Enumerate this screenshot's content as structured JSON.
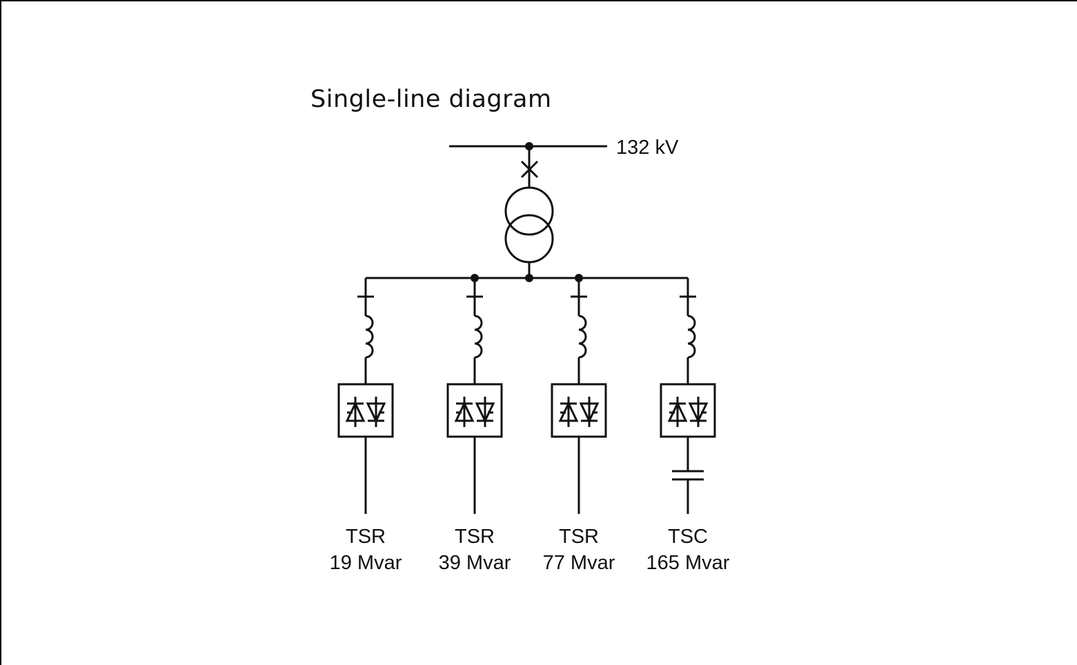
{
  "title": "Single-line diagram",
  "colors": {
    "line": "#111111",
    "background": "#ffffff"
  },
  "busbar": {
    "voltage_label": "132 kV"
  },
  "components": {
    "breaker": "circuit-breaker-icon",
    "transformer": "two-winding-transformer-icon",
    "disconnector": "disconnector-icon",
    "reactor": "inductor-coil-icon",
    "thyristor_valve": "thyristor-valve-icon",
    "capacitor": "capacitor-icon"
  },
  "branches": [
    {
      "type": "TSR",
      "rating": "19 Mvar",
      "has_capacitor": false
    },
    {
      "type": "TSR",
      "rating": "39 Mvar",
      "has_capacitor": false
    },
    {
      "type": "TSR",
      "rating": "77 Mvar",
      "has_capacitor": false
    },
    {
      "type": "TSC",
      "rating": "165 Mvar",
      "has_capacitor": true
    }
  ]
}
